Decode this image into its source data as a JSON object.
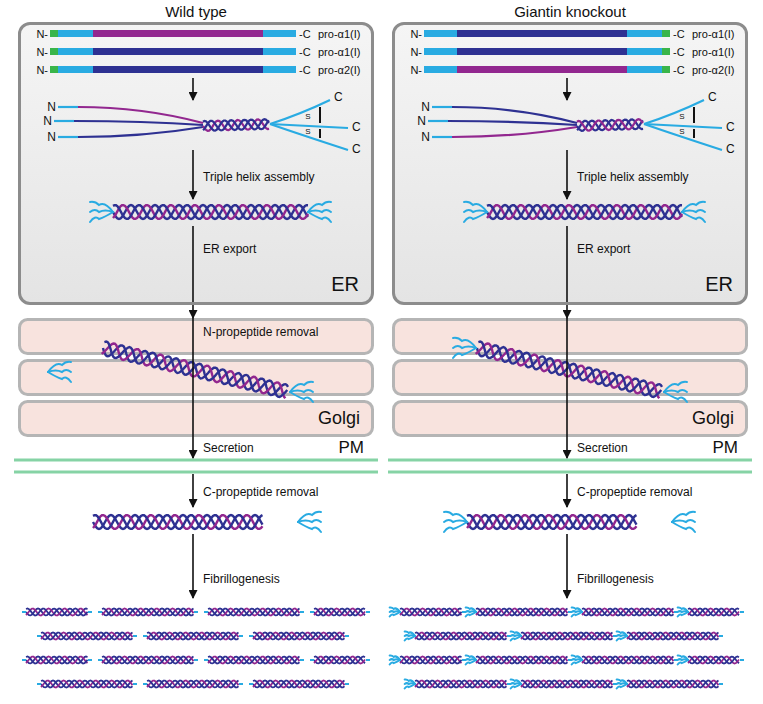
{
  "diagram": {
    "nodes": [
      {
        "text": [
          "ER"
        ]
      },
      {
        "text": [
          "Golgi"
        ]
      },
      {
        "text": [
          "PM"
        ]
      },
      {
        "text": [
          "ER"
        ]
      },
      {
        "text": [
          "Golgi"
        ]
      },
      {
        "text": [
          "PM"
        ]
      }
    ],
    "edges": [
      {
        "from": 0,
        "to": 1,
        "arrow": "to"
      },
      {
        "from": 1,
        "to": 2,
        "arrow": "to"
      },
      {
        "from": 3,
        "to": 4,
        "arrow": "to"
      },
      {
        "from": 4,
        "to": 5,
        "arrow": "to"
      }
    ],
    "labels": [
      "Wild type",
      "N-",
      "-C",
      "pro-α1(I)",
      "N-",
      "-C",
      "pro-α1(I)",
      "N-",
      "-C",
      "pro-α2(I)",
      "N",
      "N",
      "N",
      "S",
      "S",
      "C",
      "C",
      "C",
      "Triple helix assembly",
      "ER export",
      "N-propeptide removal",
      "Secretion",
      "C-propeptide removal",
      "Fibrillogenesis",
      "Giantin knockout",
      "N-",
      "-C",
      "pro-α1(I)",
      "N-",
      "-C",
      "pro-α1(I)",
      "N-",
      "-C",
      "pro-α2(I)",
      "N",
      "N",
      "N",
      "S",
      "S",
      "C",
      "C",
      "C",
      "Triple helix assembly",
      "ER export",
      "Secretion",
      "C-propeptide removal",
      "Fibrillogenesis"
    ]
  }
}
